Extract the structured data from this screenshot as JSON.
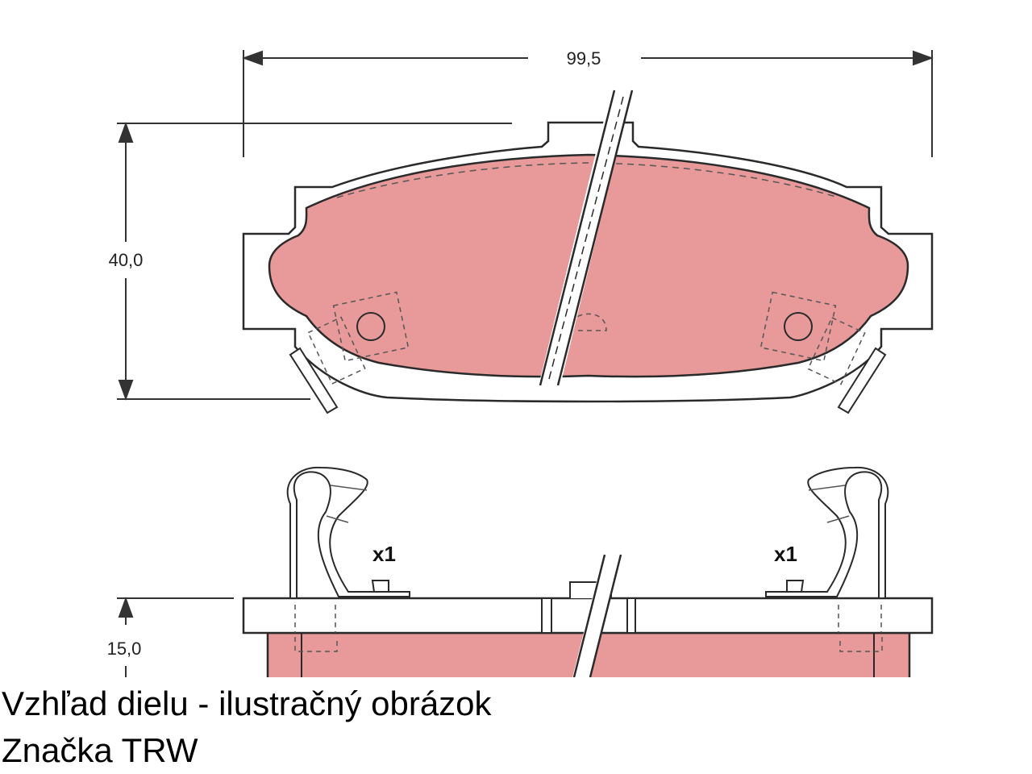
{
  "dimensions": {
    "width_label": "99,5",
    "height_label": "40,0",
    "thickness_label": "15,0"
  },
  "clips": {
    "left_qty": "x1",
    "right_qty": "x1"
  },
  "caption": {
    "line1": "Vzhľad dielu - ilustračný obrázok",
    "line2": "Značka TRW"
  },
  "colors": {
    "pad_fill": "#e89a9a",
    "outline": "#2a2a2a"
  }
}
